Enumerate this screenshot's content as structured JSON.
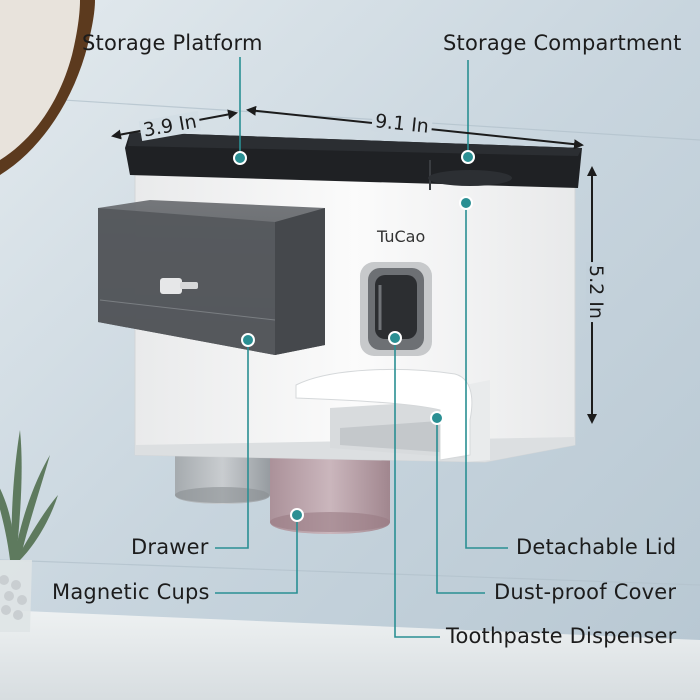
{
  "brand": "TuCao",
  "dimensions": {
    "depth": "3.9 In",
    "width": "9.1 In",
    "height": "5.2 In"
  },
  "callouts": {
    "storage_platform": "Storage Platform",
    "storage_compartment": "Storage Compartment",
    "drawer": "Drawer",
    "magnetic_cups": "Magnetic Cups",
    "detachable_lid": "Detachable Lid",
    "dust_proof_cover": "Dust-proof Cover",
    "toothpaste_dispenser": "Toothpaste Dispenser"
  },
  "colors": {
    "callout_line": "#2a8f93",
    "wall": "#c9d6df",
    "body": "#f4f5f5",
    "top": "#1f2124"
  }
}
